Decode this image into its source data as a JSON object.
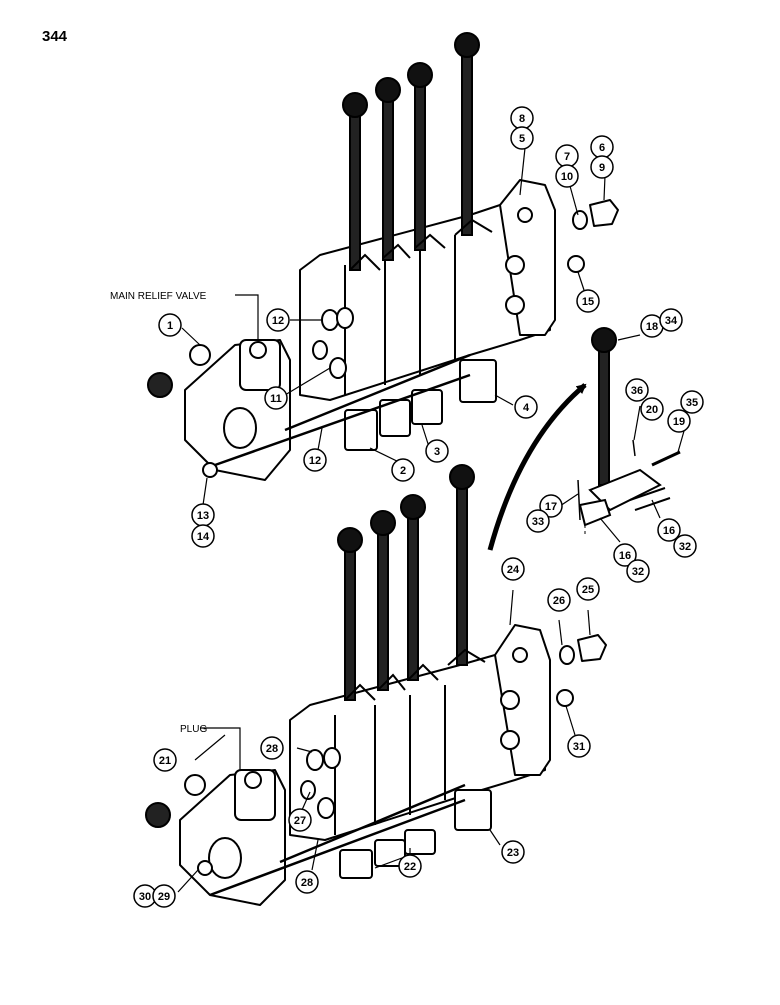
{
  "page_number": "344",
  "labels": {
    "main_relief_valve": "MAIN RELIEF VALVE",
    "plug": "PLUG"
  },
  "callouts": {
    "c8_5": [
      "8",
      "5"
    ],
    "c7_10": [
      "7",
      "10"
    ],
    "c6_9": [
      "6",
      "9"
    ],
    "c15": [
      "15"
    ],
    "c1": [
      "1"
    ],
    "c12a": [
      "12"
    ],
    "c11": [
      "11"
    ],
    "c12b": [
      "12"
    ],
    "c4": [
      "4"
    ],
    "c3": [
      "3"
    ],
    "c2": [
      "2"
    ],
    "c13_14": [
      "13",
      "14"
    ],
    "c18_34": [
      "18",
      "34"
    ],
    "c36_20": [
      "36",
      "20"
    ],
    "c35_19": [
      "35",
      "19"
    ],
    "c17_33": [
      "17",
      "33"
    ],
    "c16_32a": [
      "16",
      "32"
    ],
    "c16_32b": [
      "16",
      "32"
    ],
    "c24": [
      "24"
    ],
    "c26": [
      "26"
    ],
    "c25": [
      "25"
    ],
    "c31": [
      "31"
    ],
    "c21": [
      "21"
    ],
    "c28a": [
      "28"
    ],
    "c27": [
      "27"
    ],
    "c28b": [
      "28"
    ],
    "c23": [
      "23"
    ],
    "c22": [
      "22"
    ],
    "c30_29": [
      "30",
      "29"
    ]
  }
}
